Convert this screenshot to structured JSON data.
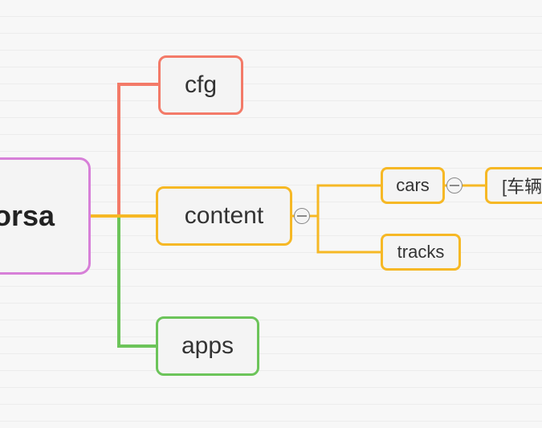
{
  "mindmap": {
    "root": {
      "label": "orsa"
    },
    "branches": [
      {
        "id": "cfg",
        "label": "cfg",
        "color": "#f37a68"
      },
      {
        "id": "content",
        "label": "content",
        "color": "#f6b825",
        "children": [
          {
            "id": "cars",
            "label": "cars",
            "children": [
              {
                "label": "[车辆"
              }
            ]
          },
          {
            "id": "tracks",
            "label": "tracks"
          }
        ]
      },
      {
        "id": "apps",
        "label": "apps",
        "color": "#6cc45a"
      }
    ]
  },
  "colors": {
    "root_border": "#d77fd8",
    "background": "#f7f7f7"
  },
  "icons": {
    "collapse": "minus-circle-icon"
  }
}
